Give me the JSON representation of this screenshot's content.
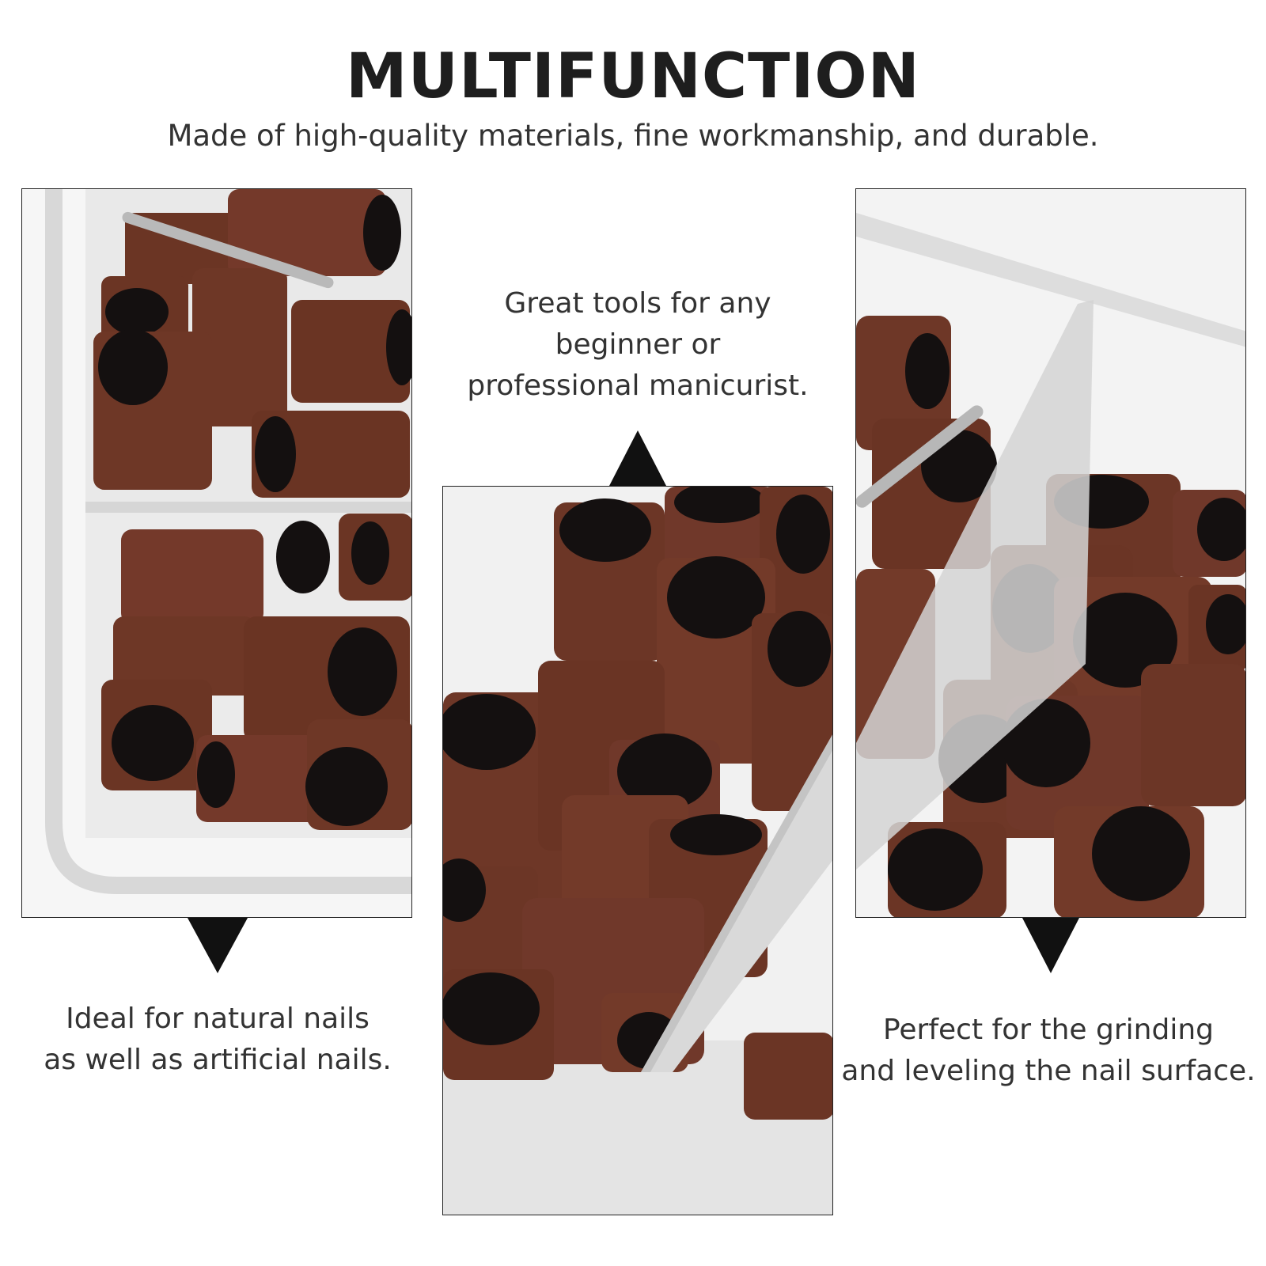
{
  "header": {
    "title": "MULTIFUNCTION",
    "subtitle": "Made of high-quality materials, fine workmanship, and durable."
  },
  "features": [
    {
      "line1": "Ideal for natural nails",
      "line2": "as well as artificial nails."
    },
    {
      "line1": "Great tools for any",
      "line2": "beginner or",
      "line3": "professional manicurist."
    },
    {
      "line1": "Perfect for the grinding",
      "line2": "and leveling the nail surface."
    }
  ],
  "colors": {
    "band_brown": "#6b3524",
    "band_hole": "#141010",
    "tray_plastic": "#efefef",
    "arrow": "#111111"
  }
}
